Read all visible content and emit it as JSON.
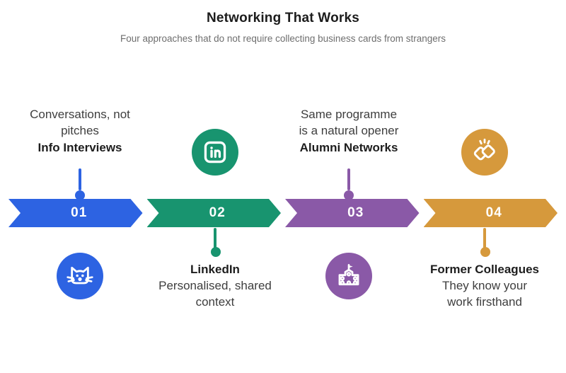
{
  "header": {
    "title": "Networking That Works",
    "subtitle": "Four approaches that do not require collecting business cards from strangers"
  },
  "steps": [
    {
      "number": "01",
      "label": "Info Interviews",
      "description": "Conversations, not pitches",
      "color": "#2D63E2",
      "icon": "cat-icon"
    },
    {
      "number": "02",
      "label": "LinkedIn",
      "description": "Personalised, shared context",
      "color": "#18946F",
      "icon": "linkedin-icon"
    },
    {
      "number": "03",
      "label": "Alumni Networks",
      "description": "Same programme is a natural opener",
      "color": "#8A59A7",
      "icon": "school-icon"
    },
    {
      "number": "04",
      "label": "Former Colleagues",
      "description": "They know your work firsthand",
      "color": "#D6993C",
      "icon": "handshake-icon"
    }
  ]
}
